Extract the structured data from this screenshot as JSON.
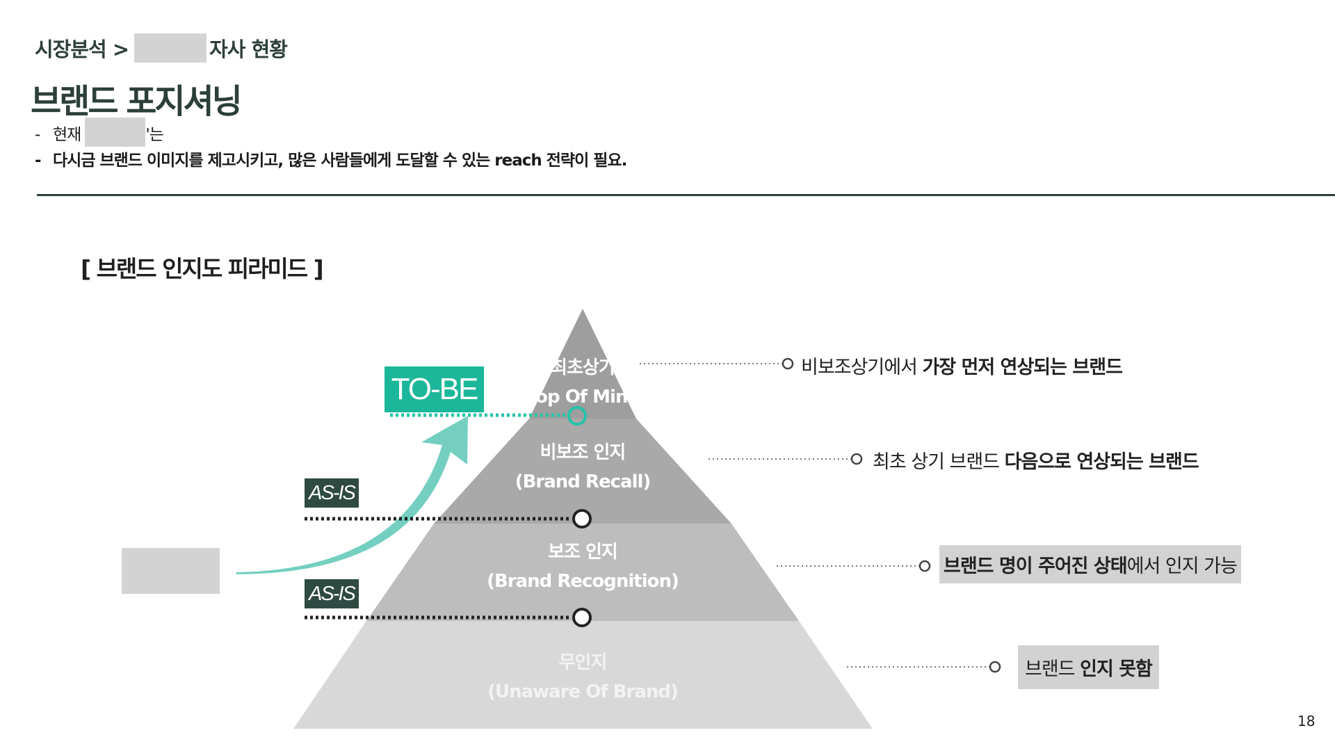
{
  "header": {
    "breadcrumb_prefix": "시장분석 >",
    "breadcrumb_suffix": "자사 현황",
    "title": "브랜드 포지셔닝",
    "bullets": [
      {
        "dash": "-",
        "text_before": "현재",
        "text_after": "'는"
      },
      {
        "dash": "-",
        "text": "다시금 브랜드 이미지를 제고시키고, 많은 사람들에게 도달할 수 있는 reach 전략이 필요."
      }
    ]
  },
  "section_title": "[ 브랜드 인지도 피라미드 ]",
  "pyramid": {
    "tiers": [
      {
        "name": "최초상기",
        "english": "(Top Of Mine)",
        "color": "#9e9e9e",
        "description_normal_1": "비보조상기에서 ",
        "description_bold": "가장 먼저 연상되는 브랜드",
        "description_normal_2": ""
      },
      {
        "name": "비보조 인지",
        "english": "(Brand Recall)",
        "color": "#a9a9a9",
        "description_normal_1": "최초 상기 브랜드 ",
        "description_bold": "다음으로 연상되는 브랜드",
        "description_normal_2": ""
      },
      {
        "name": "보조 인지",
        "english": "(Brand Recognition)",
        "color": "#bdbdbd",
        "description_bold": "브랜드 명이 주어진 상태",
        "description_normal_2": "에서 인지 가능"
      },
      {
        "name": "무인지",
        "english": "(Unaware Of Brand)",
        "color": "#d8d8d8",
        "description_normal_1": "브랜드 ",
        "description_bold": "인지 못함"
      }
    ]
  },
  "markers": {
    "to_be": "TO-BE",
    "as_is_1": "AS-IS",
    "as_is_2": "AS-IS"
  },
  "colors": {
    "accent": "#1cb79a",
    "arrow": "#74cfc0",
    "dark_green": "#2e4a42",
    "title_text": "#2d3f3a"
  },
  "page_number": "18"
}
